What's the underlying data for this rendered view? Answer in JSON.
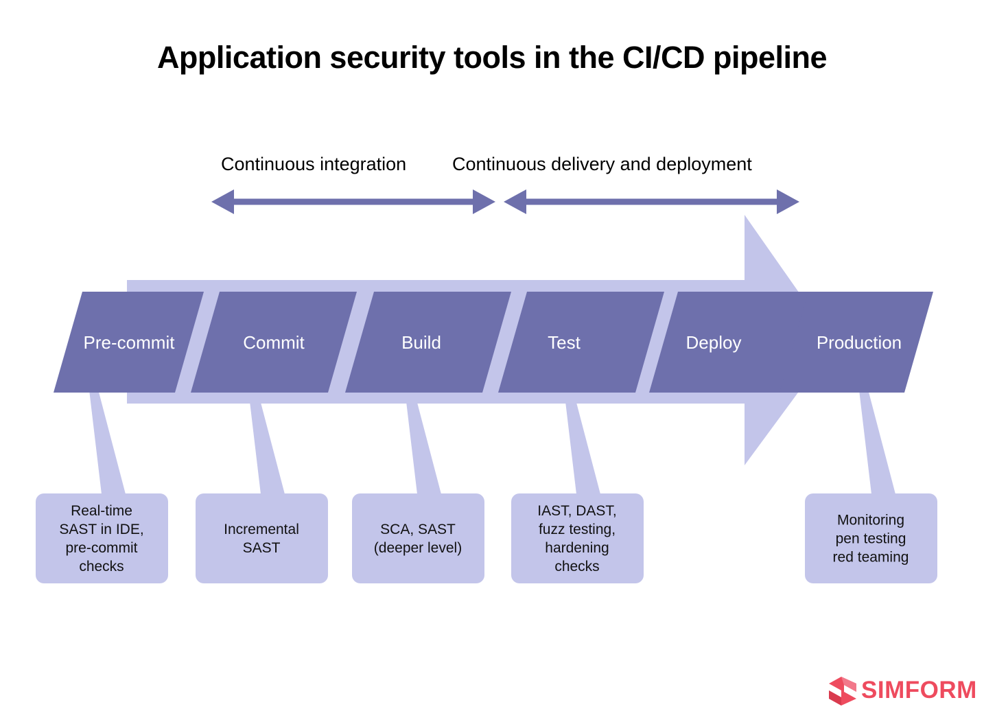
{
  "title": "Application security tools in the CI/CD pipeline",
  "phases": [
    {
      "label": "Continuous integration",
      "arrow": "double-headed-arrow"
    },
    {
      "label": "Continuous delivery and deployment",
      "arrow": "double-headed-arrow"
    }
  ],
  "pipeline": {
    "arrow_name": "pipeline-flow-arrow",
    "stages": [
      {
        "label": "Pre-commit"
      },
      {
        "label": "Commit"
      },
      {
        "label": "Build"
      },
      {
        "label": "Test"
      },
      {
        "label": "Deploy"
      },
      {
        "label": "Production"
      }
    ]
  },
  "callouts": [
    {
      "stage": "Pre-commit",
      "lines": "Real-time\nSAST in IDE,\npre-commit\nchecks"
    },
    {
      "stage": "Commit",
      "lines": "Incremental\nSAST"
    },
    {
      "stage": "Build",
      "lines": "SCA, SAST\n(deeper level)"
    },
    {
      "stage": "Test",
      "lines": "IAST, DAST,\nfuzz testing,\nhardening\nchecks"
    },
    {
      "stage": "Production",
      "lines": "Monitoring\npen testing\nred teaming"
    }
  ],
  "logo": {
    "wordmark": "SIMFORM",
    "mark": "simform-cube-icon",
    "color": "#EE4B5E"
  },
  "colors": {
    "background": "#FFFFFF",
    "stage_fill": "#6E70AC",
    "accent_light": "#C3C5EA",
    "arrow_stroke": "#6E70AC",
    "text_dark": "#000000",
    "text_light": "#FFFFFF"
  }
}
